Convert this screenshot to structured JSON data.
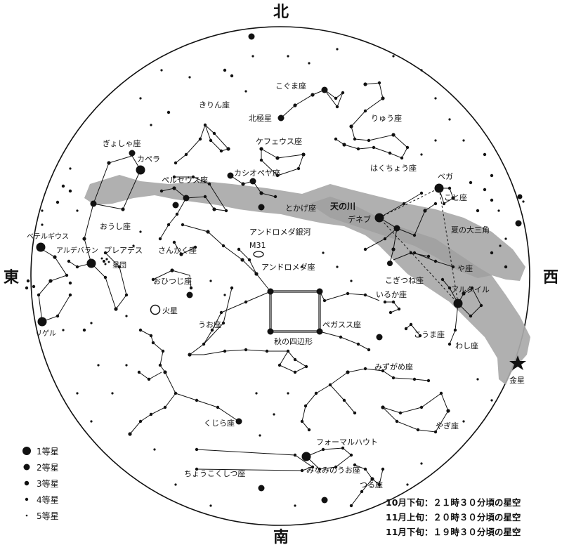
{
  "directions": {
    "north": "北",
    "south": "南",
    "east": "東",
    "west": "西"
  },
  "constellations": {
    "kogumaza": "こぐま座",
    "hokkyokusei": "北極星",
    "ryuuza": "りゅう座",
    "kirinza": "きりん座",
    "cepheus": "ケフェウス座",
    "gyoshaza": "ぎょしゃ座",
    "capella": "カペラ",
    "cassiopeia": "カシオペヤ座",
    "hakuchouza": "はくちょう座",
    "vega": "ベガ",
    "kotoza": "こと座",
    "perseus": "ペルセウス座",
    "tokagaza": "とかげ座",
    "amanogawa": "天の川",
    "deneb": "デネブ",
    "oushiza": "おうし座",
    "andromeda_galaxy": "アンドロメダ銀河",
    "summer_triangle": "夏の大三角",
    "betelgeuse": "ベテルギウス",
    "m31": "M31",
    "aldebaran": "アルデバラン",
    "pleiades": "プレアデス",
    "subaru": "星団",
    "sankakuza": "さんかく座",
    "andromeda": "アンドロメダ座",
    "yaza": "や座",
    "kogitsuneza": "こぎつね座",
    "ohitsujiza": "おひつじ座",
    "altair": "アルタイル",
    "mars": "火星",
    "irukaza": "いるか座",
    "uoza": "うお座",
    "pegasus": "ペガスス座",
    "kouma": "こうま座",
    "rigel": "リゲル",
    "aki_shihenkei": "秋の四辺形",
    "washiza": "わし座",
    "venus": "金星",
    "mizugameza": "みずがめ座",
    "yagiza": "やぎ座",
    "kujiraza": "くじら座",
    "fomalhaut": "フォーマルハウト",
    "minaminouoza": "みなみのうお座",
    "choukokushitsuza": "ちょうこくしつ座",
    "tsuruza": "つる座"
  },
  "legend": {
    "mag1": "1等星",
    "mag2": "2等星",
    "mag3": "3等星",
    "mag4": "4等星",
    "mag5": "5等星"
  },
  "times": {
    "line1": "10月下旬：２１時３０分頃の星空",
    "line2": "11月上旬：２０時３０分頃の星空",
    "line3": "11月下旬：１９時３０分頃の星空"
  },
  "colors": {
    "ink": "#111111",
    "milky_way": "#a9a9a9",
    "background": "#ffffff"
  }
}
